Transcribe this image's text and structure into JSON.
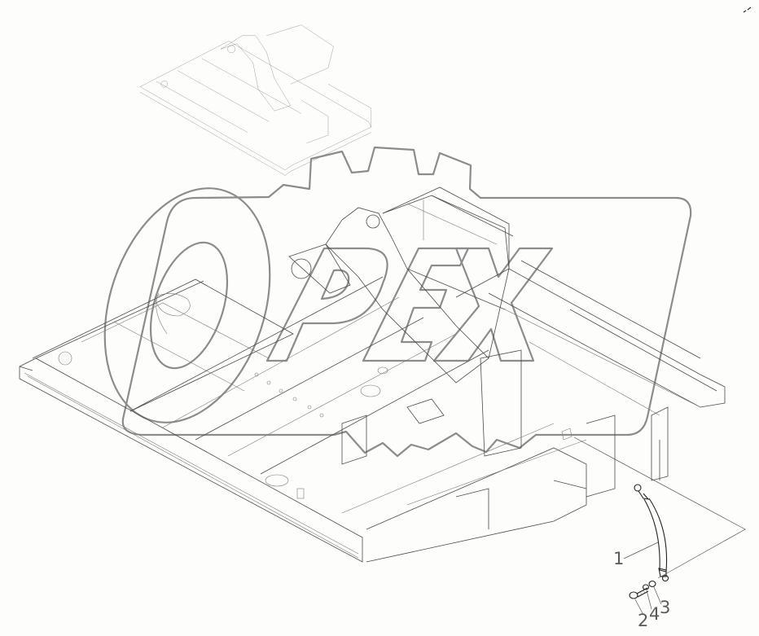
{
  "diagram": {
    "type": "exploded-parts-view",
    "subject": "machine main frame with ground cable",
    "watermark": {
      "text": "OPEX",
      "style": "outlined gear logo",
      "color": "#8c8c8c"
    },
    "thumbnail": {
      "description": "overview isometric of full frame",
      "position": "top-left"
    },
    "corner_mark": {
      "glyph": "▰▰",
      "position": "top-right"
    },
    "callouts": [
      {
        "number": "1",
        "part": "ground cable (with ring terminals)"
      },
      {
        "number": "2",
        "part": "bolt"
      },
      {
        "number": "3",
        "part": "washer"
      },
      {
        "number": "4",
        "part": "lock washer"
      }
    ],
    "colors": {
      "background": "#fdfefc",
      "line": "#4a4a4a",
      "watermark": "#8c8c8c",
      "callout_text": "#5a5a5a"
    }
  }
}
